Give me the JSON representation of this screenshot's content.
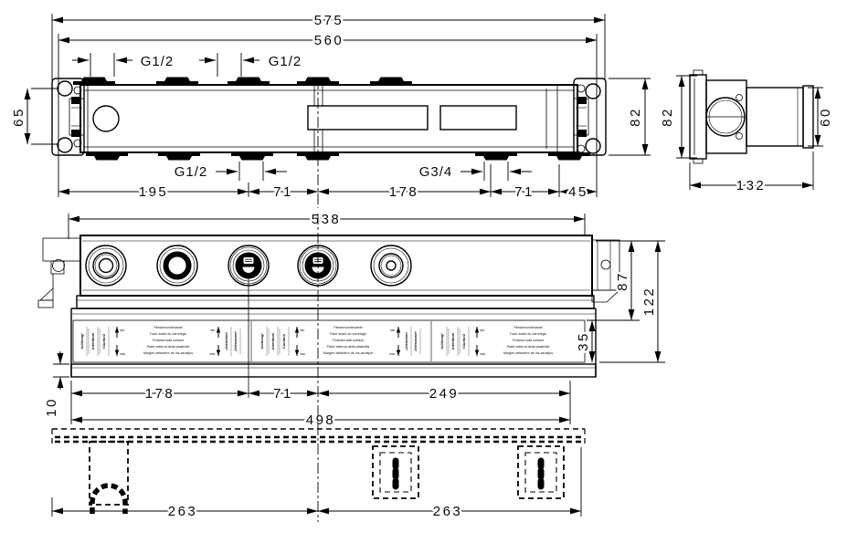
{
  "drawing": {
    "top_view": {
      "dim_total_width": "575",
      "dim_mount_width": "560",
      "thread_top_left": "G1/2",
      "thread_top_right": "G1/2",
      "dim_bracket_height": "65",
      "dim_right_height": "82",
      "thread_bottom_left": "G1/2",
      "thread_bottom_right": "G3/4",
      "dim_seg_1": "195",
      "dim_seg_2": "71",
      "dim_seg_3": "178",
      "dim_seg_4": "71",
      "dim_seg_5": "45"
    },
    "side_view": {
      "dim_height": "82",
      "dim_cylinder_height": "60",
      "dim_depth": "132"
    },
    "front_view": {
      "dim_body_width": "538",
      "dim_body_height": "87",
      "dim_total_height": "122",
      "dim_strip_height": "35",
      "dim_lip_height": "10",
      "dim_seg_1": "178",
      "dim_seg_2": "71",
      "dim_seg_3": "249",
      "dim_plate_width": "498",
      "label_strip": {
        "warning_1": "Achtung!",
        "warning_2": "Attention!",
        "warning_3": "Caution!",
        "warning_4": "¡Atención!",
        "warning_5": "Attenzione!",
        "min_label": "min.",
        "max_label": "max.",
        "line_1": "Fliesenvorderkante",
        "line_2": "Face avant du carrelage",
        "line_3": "Finished wall surface",
        "line_4": "Parte esterna della piastrella",
        "line_5": "Margen delantero de los azulejos"
      }
    },
    "bottom_view": {
      "dim_left": "263",
      "dim_right": "263"
    }
  }
}
